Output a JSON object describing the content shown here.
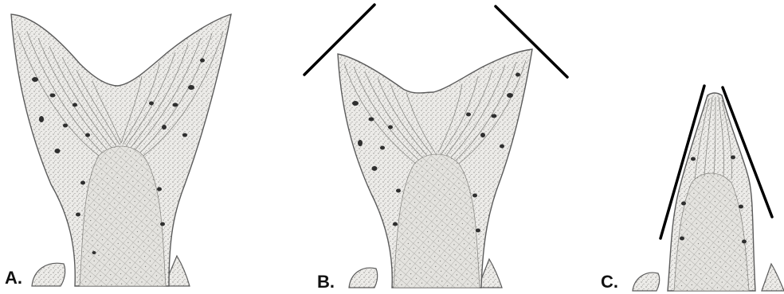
{
  "panels": [
    {
      "label": "A.",
      "shape": "forked"
    },
    {
      "label": "B.",
      "shape": "forked"
    },
    {
      "label": "C.",
      "shape": "pointed"
    }
  ],
  "colors": {
    "background": "#ffffff",
    "fin_fill": "#e9e9e6",
    "fin_outline": "#5b5b5b",
    "ray": "#8a8a86",
    "spot": "#2f2f2f",
    "guide_line": "#000000"
  }
}
